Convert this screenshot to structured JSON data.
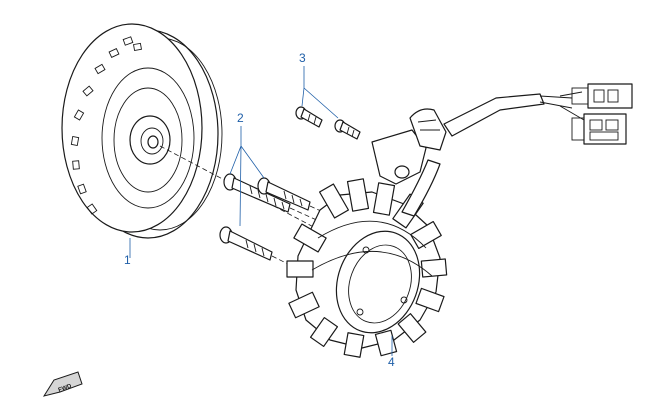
{
  "callouts": [
    {
      "id": "1",
      "label": "1"
    },
    {
      "id": "2",
      "label": "2"
    },
    {
      "id": "3",
      "label": "3"
    },
    {
      "id": "4",
      "label": "4"
    }
  ],
  "direction_marker": {
    "label": "FWD",
    "icon": "fwd-arrow-icon"
  },
  "colors": {
    "callout": "#1f5fa8",
    "line": "#1a1a1a"
  }
}
